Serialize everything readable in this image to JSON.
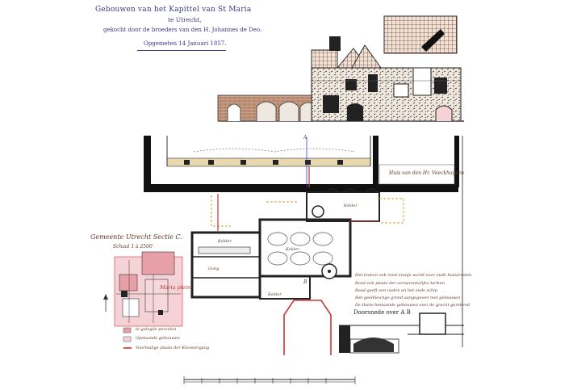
{
  "document": {
    "title_line1": "Gebouwen van het Kapittel van St Maria",
    "title_line2": "te Utrecht,",
    "title_line3": "gekocht door de broeders van den H. Johannes de Deo.",
    "title_line4": "Opgemeten 14 Januari 1857.",
    "section_label": "Doorsnede over A B",
    "neighbor_label": "Huis van den Hr. Veeckhuijsen",
    "plan_label": "Maria plein",
    "municipality_label": "Gemeente Utrecht Sectie C.",
    "scale_label": "Schaal 1 à 2500",
    "legend": [
      {
        "label": "te gelegde percelen",
        "color": "#e8a0a8"
      },
      {
        "label": "Opstaande gebouwen",
        "color": "#f4d2d6"
      },
      {
        "label": "Voormalige plaats der Kloostergang",
        "color": "#cc3333"
      }
    ],
    "notes": [
      "Het teeken ook rood oranje wordt voor oude bouwresten",
      "Rood ook plaats der oorspronkelijke kerken",
      "Rood geeft een ouden en het oude schip",
      "Het geelkleurige grond aangegeven met gebouwen",
      "De thans bestaande gebouwen over de gracht gerekend"
    ],
    "room_labels": [
      "Kelder",
      "Kelder",
      "Kelder",
      "Gang",
      "Kelder"
    ],
    "point_a": "A",
    "point_b": "B",
    "colors": {
      "ink": "#1a1a1a",
      "title_blue": "#3a3a8a",
      "red_line": "#cc3333",
      "pink_fill": "#e8a0a8",
      "pale_pink": "#f4d2d6",
      "yellow_wall": "#d9b24a",
      "grid": "#6a4030"
    }
  }
}
